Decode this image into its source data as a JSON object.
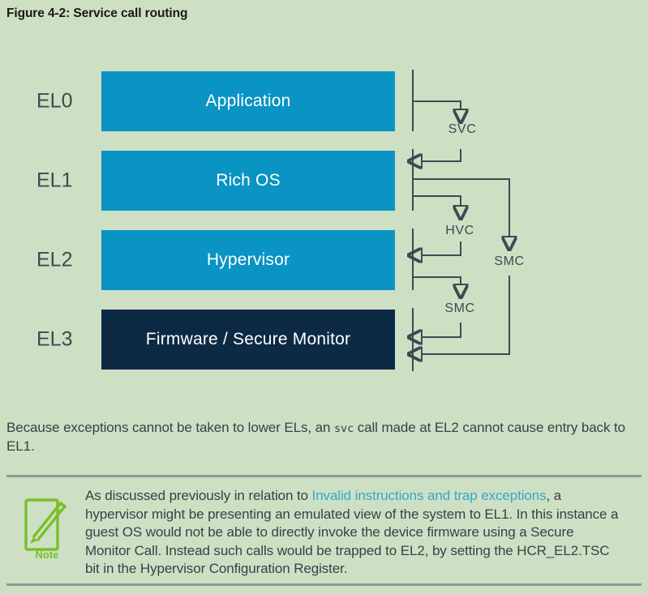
{
  "colors": {
    "background": "#cee0c4",
    "box_blue": "#0a94c4",
    "box_navy": "#0d2a45",
    "diagram_line": "#3d4a52",
    "title_text": "#191919",
    "body_text": "#394047",
    "link": "#35a7cc",
    "note_green": "#7abf28",
    "divider_gray": "#8f979b"
  },
  "figure": {
    "title": "Figure 4-2: Service call routing",
    "levels": [
      {
        "label": "EL0",
        "box": "Application"
      },
      {
        "label": "EL1",
        "box": "Rich OS"
      },
      {
        "label": "EL2",
        "box": "Hypervisor"
      },
      {
        "label": "EL3",
        "box": "Firmware / Secure Monitor"
      }
    ],
    "calls": {
      "svc": "SVC",
      "hvc": "HVC",
      "smc_from_el1": "SMC",
      "smc_from_el2": "SMC"
    }
  },
  "body": {
    "text_before_code": "Because exceptions cannot be taken to lower ELs, an ",
    "code_text": "svc",
    "text_after_code": " call made at EL2 cannot cause entry back to EL1."
  },
  "note": {
    "icon_label": "Note",
    "text_before_link": "As discussed previously in relation to ",
    "link_text": "Invalid instructions and trap exceptions",
    "text_after_link": ", a hypervisor might be presenting an emulated view of the system to EL1. In this instance a guest OS would not be able to directly invoke the device firmware using a Secure Monitor Call. Instead such calls would be trapped to EL2, by setting the HCR_EL2.TSC bit in the Hypervisor Configuration Register."
  }
}
